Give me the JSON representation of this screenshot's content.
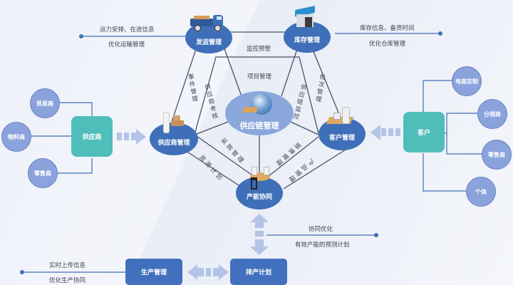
{
  "colors": {
    "node_blue": "#3f6fb8",
    "center_blue": "#8aa7dc",
    "teal": "#4fbdb9",
    "small_circle": "#8aa3dc",
    "arrow": "#b3c4e6",
    "line": "#4a5068"
  },
  "center": {
    "label": "供应链管理",
    "icon": "globe-icon"
  },
  "nodes": {
    "shipping": {
      "label": "发运管理",
      "icon": "truck-icon"
    },
    "inventory": {
      "label": "库存管理",
      "icon": "warehouse-icon"
    },
    "supplier_mgmt": {
      "label": "供应商管理",
      "icon": "boxes-worker-icon"
    },
    "customer_mgmt": {
      "label": "客户管理",
      "icon": "service-desk-icon"
    },
    "capacity": {
      "label": "产能协同",
      "icon": "meeting-table-icon"
    }
  },
  "edge_labels": {
    "monitor": "监控预警",
    "project": "项目管理",
    "event": "事件管理",
    "supplier_eval": "供应商考核",
    "sc_control": "供应链监控",
    "batch": "批次管理",
    "purchase": "采购管理",
    "resource_plan": "资源计划",
    "sales": "销售管理",
    "product": "产品管理"
  },
  "callouts": {
    "shipping": {
      "top": "运力安排、在途信息",
      "bottom": "优化运输管理"
    },
    "inventory": {
      "top": "库存信息、备货时间",
      "bottom": "优化仓库管理"
    },
    "collab": {
      "top": "协同优化",
      "bottom": "有效产能的预测计划"
    },
    "production": {
      "top": "实时上传信息",
      "bottom": "优化生产协同"
    }
  },
  "supplier": {
    "label": "供应商",
    "children": [
      "贸易商",
      "物料商",
      "零售商"
    ]
  },
  "customer": {
    "label": "客户",
    "children": [
      "电商定制",
      "分销商",
      "零售商",
      "个体"
    ]
  },
  "bottom": {
    "production_mgmt": "生产管理",
    "scheduling": "排产计划"
  }
}
